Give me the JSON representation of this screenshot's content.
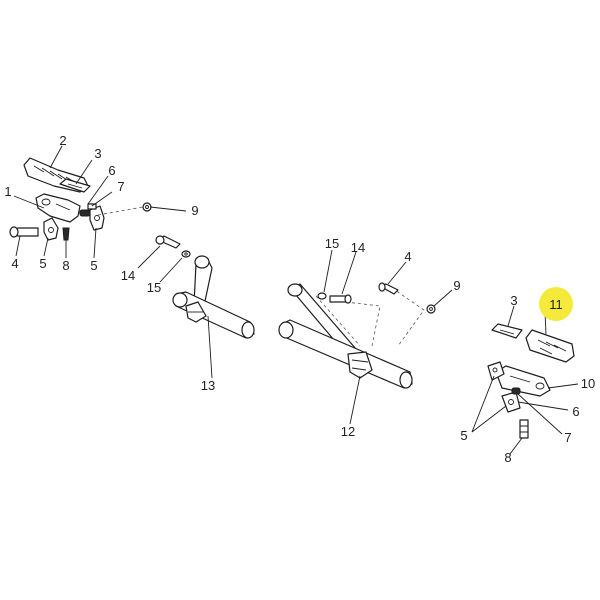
{
  "highlight_color": "#f5ea3c",
  "callouts": {
    "l1": "1",
    "l2": "2",
    "l3a": "3",
    "l4a": "4",
    "l5a": "5",
    "l5b": "5",
    "l6a": "6",
    "l7a": "7",
    "l8a": "8",
    "l9a": "9",
    "l14a": "14",
    "l15a": "15",
    "l13": "13",
    "l15b": "15",
    "l14b": "14",
    "l4b": "4",
    "l9b": "9",
    "l12": "12",
    "l3b": "3",
    "l11": "11",
    "l10": "10",
    "l6b": "6",
    "l5c": "5",
    "l7b": "7",
    "l8b": "8"
  }
}
